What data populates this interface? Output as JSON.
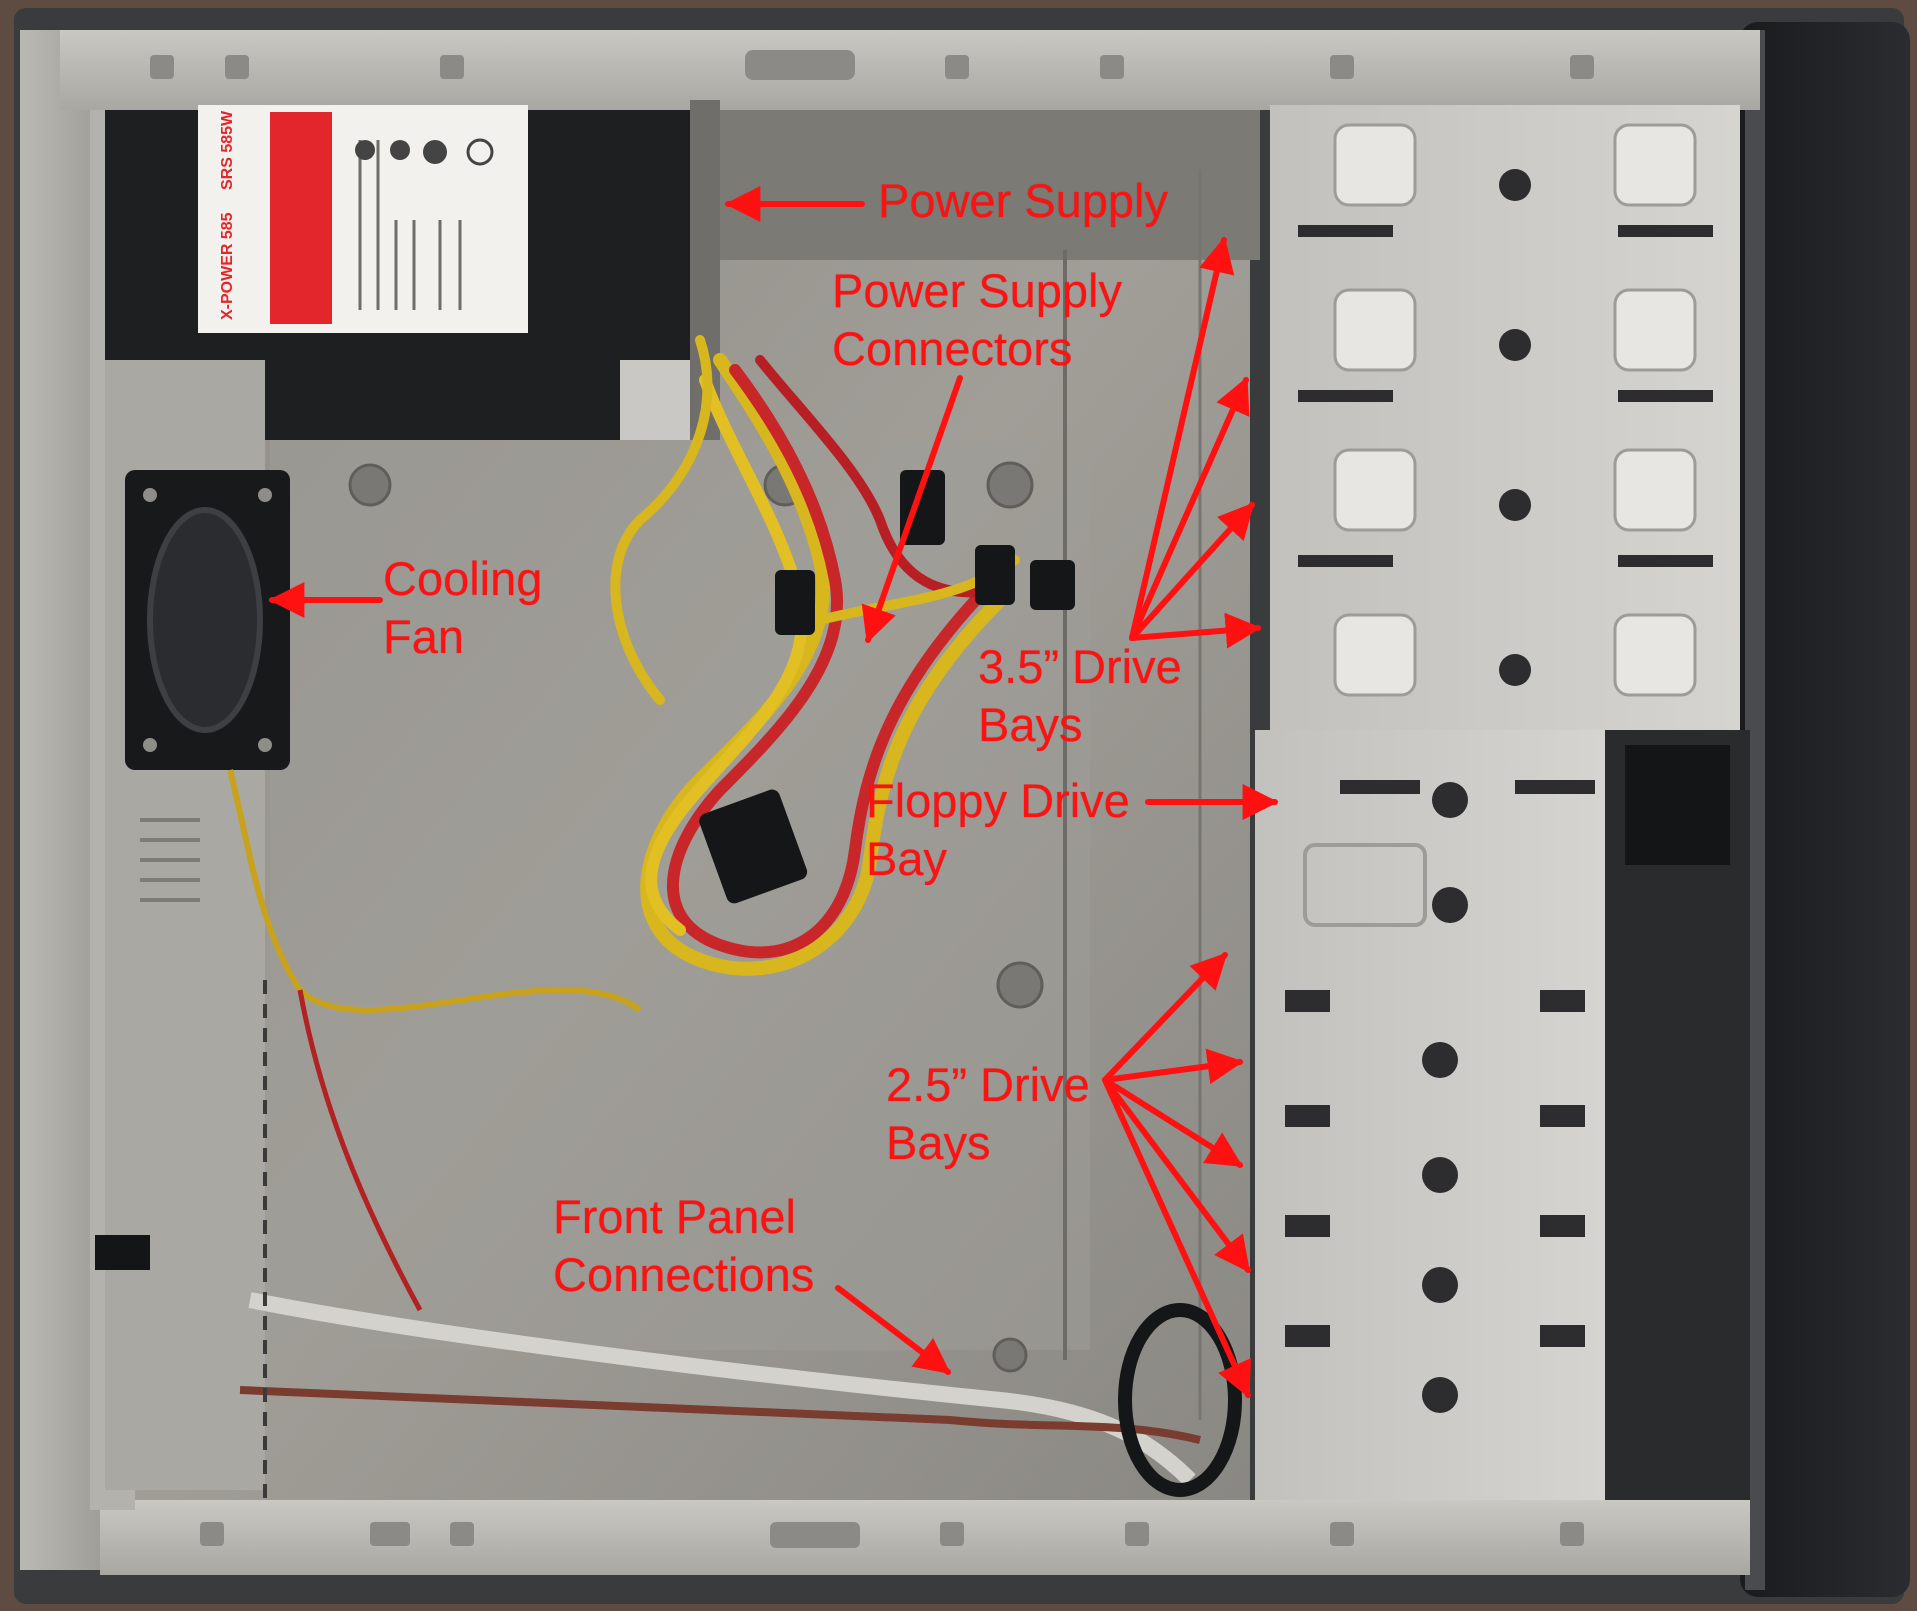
{
  "annotation_color": "#ff1111",
  "labels": {
    "power_supply": "Power Supply",
    "psu_connectors": [
      "Power Supply",
      "Connectors"
    ],
    "cooling_fan": [
      "Cooling",
      "Fan"
    ],
    "drive_35": [
      "3.5” Drive",
      "Bays"
    ],
    "floppy": [
      "Floppy Drive",
      "Bay"
    ],
    "drive_25": [
      "2.5” Drive",
      "Bays"
    ],
    "front_panel": [
      "Front Panel",
      "Connections"
    ]
  },
  "psu_sticker": {
    "brand": "X-POWER 585",
    "model": "SRS 585W"
  }
}
